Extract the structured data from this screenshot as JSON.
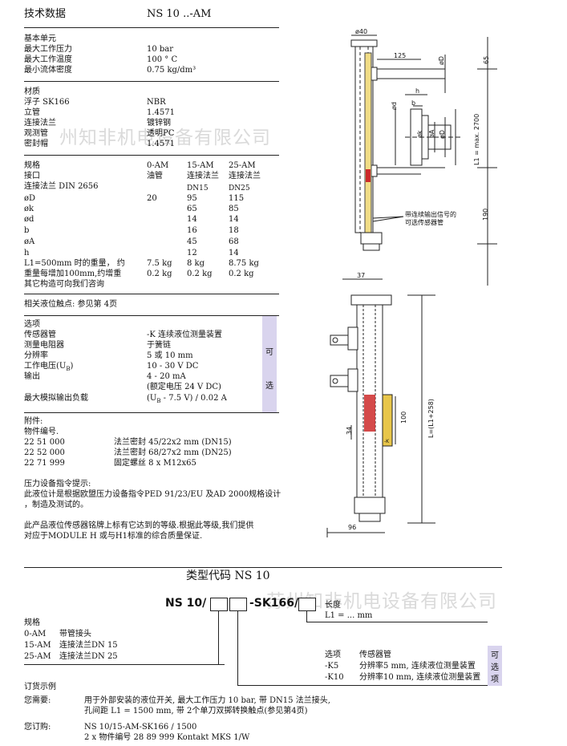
{
  "header": {
    "title": "技术数据",
    "model": "NS 10 ..-AM"
  },
  "basic": {
    "heading": "基本单元",
    "rows": [
      {
        "label": "最大工作压力",
        "value": "10 bar"
      },
      {
        "label": "最大工作温度",
        "value": "100 ° C"
      },
      {
        "label": "最小流体密度",
        "value": "0.75 kg/dm³"
      }
    ]
  },
  "material": {
    "heading": "材质",
    "rows": [
      {
        "label": "浮子  SK166",
        "value": "NBR"
      },
      {
        "label": "立管",
        "value": "1.4571"
      },
      {
        "label": "连接法兰",
        "value": "镀锌钢"
      },
      {
        "label": "观测管",
        "value": "透明PC"
      },
      {
        "label": "密封帽",
        "value": "1.4571"
      }
    ]
  },
  "spec": {
    "heading": "规格",
    "cols": [
      "0-AM",
      "15-AM",
      "25-AM"
    ],
    "rows": [
      {
        "label": "接口",
        "v": [
          "油管",
          "连接法兰",
          "连接法兰"
        ]
      },
      {
        "label": "连接法兰 DIN 2656",
        "v": [
          "",
          "DN15",
          "DN25"
        ]
      },
      {
        "label": "øD",
        "v": [
          "20",
          "95",
          "115"
        ]
      },
      {
        "label": "øk",
        "v": [
          "",
          "65",
          "85"
        ]
      },
      {
        "label": "ød",
        "v": [
          "",
          "14",
          "14"
        ]
      },
      {
        "label": "b",
        "v": [
          "",
          "16",
          "18"
        ]
      },
      {
        "label": "øA",
        "v": [
          "",
          "45",
          "68"
        ]
      },
      {
        "label": "h",
        "v": [
          "",
          "12",
          "14"
        ]
      },
      {
        "label": "L1=500mm 时的重量， 约",
        "v": [
          "7.5 kg",
          "8 kg",
          "8.75 kg"
        ]
      },
      {
        "label": "重量每增加100mm,约增重",
        "v": [
          "0.2 kg",
          "0.2 kg",
          "0.2 kg"
        ]
      }
    ],
    "note": "其它构造可向我们咨询"
  },
  "related": "相关液位触点: 参见第 4页",
  "options": {
    "heading": "选项",
    "rows": [
      {
        "label": "传感器管",
        "value": "-K 连续液位测量装置"
      },
      {
        "label": "测量电阻器",
        "value": "于簧链"
      },
      {
        "label": "分辨率",
        "value": "5 或 10 mm"
      },
      {
        "label": "工作电压(U",
        "sub": "B",
        "tail": ")",
        "value": "10 - 30 V DC"
      },
      {
        "label": "输出",
        "value": "4 - 20 mA"
      },
      {
        "label": "",
        "value": "(额定电压 24 V DC)"
      },
      {
        "label": "最大模拟输出负载",
        "value": "(U",
        "vsub": "B",
        "vtail": " - 7.5 V) / 0.02 A"
      }
    ],
    "side": [
      "可",
      "选"
    ]
  },
  "accessories": {
    "heading": "附件:",
    "subheading": "物件编号.",
    "rows": [
      {
        "code": "22 51 000",
        "desc": "法兰密封 45/22x2 mm (DN15)"
      },
      {
        "code": "22 52 000",
        "desc": "法兰密封 68/27x2 mm (DN25)"
      },
      {
        "code": "22 71 999",
        "desc": "固定螺丝 8 x M12x65"
      }
    ]
  },
  "pressure": {
    "heading": "压力设备指令提示:",
    "lines": [
      "此液位计是根据欧盟压力设备指令PED 91/23/EU 及AD 2000规格设计",
      "，制造及测试的。"
    ],
    "lines2": [
      "此产品液位传感器铭牌上标有它达到的等级.根据此等级,我们提供",
      "对应于MODULE H 或与H1标准的综合质量保证."
    ]
  },
  "typecode": {
    "heading": "类型代码 NS 10",
    "code_a": "NS 10/",
    "code_b": "-SK166/",
    "length_label": "长度",
    "length_value": "L1 = ... mm",
    "spec_heading": "规格",
    "spec_rows": [
      {
        "code": "0-AM",
        "desc": "带管接头"
      },
      {
        "code": "15-AM",
        "desc": "连接法兰DN 15"
      },
      {
        "code": "25-AM",
        "desc": "连接法兰DN 25"
      }
    ],
    "opt_heading": "选项",
    "opt_heading2": "传感器管",
    "opt_rows": [
      {
        "code": "-K5",
        "desc": "分辨率5 mm, 连续液位测量装置"
      },
      {
        "code": "-K10",
        "desc": "分辨率10 mm, 连续液位测量装置"
      }
    ],
    "side": [
      "可",
      "选",
      "项"
    ]
  },
  "order": {
    "heading": "订货示例",
    "need_label": "您需要:",
    "need_lines": [
      "用于外部安装的液位开关, 最大工作压力 10 bar, 带 DN15 法兰接头,",
      "孔间距 L1 = 1500 mm, 带 2个单刀双掷转换触点(参见第4页)"
    ],
    "order_label": "您订购:",
    "order_lines": [
      "NS 10/15-AM-SK166 / 1500",
      "2 x 物件编号 28 89 999 Kontakt MKS 1/W"
    ]
  },
  "watermark": [
    "州知非机电设备有限公司",
    "苏州知非机电设备有限公司"
  ],
  "drawing": {
    "dims": [
      "ø40",
      "125",
      "øD",
      "65",
      "h",
      "ød",
      "b",
      "øk",
      "øA",
      "øD",
      "L1 = max. 2700",
      "190",
      "37",
      "100",
      "34",
      "L=(L1+258)",
      "96"
    ],
    "note_lines": [
      "带连续输出信号的",
      "可选传感器管"
    ],
    "sensor_label": "-K"
  },
  "colors": {
    "violet": "#d9d4ee",
    "float": "#e8c64a",
    "red": "#cc2a2a"
  }
}
